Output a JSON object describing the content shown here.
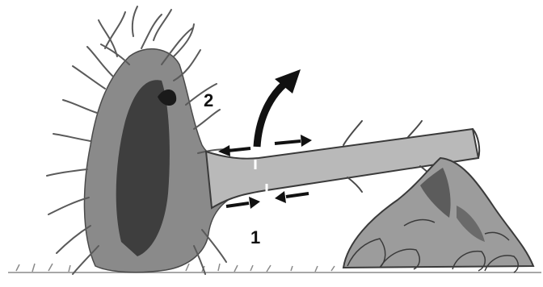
{
  "labels": {
    "tension_side": "2",
    "compression_side": "1"
  },
  "colors": {
    "trunk": "#b9b9b9",
    "roots": "#6e6e6e",
    "dark": "#1a1a1a",
    "rock": "#9c9c9c",
    "ground": "#8a8a8a"
  },
  "icons": {
    "rotation_arrow": "curved-arrow-up-right",
    "force_arrows": "straight-arrows"
  }
}
